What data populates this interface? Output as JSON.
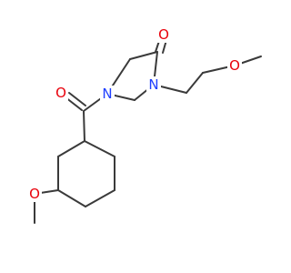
{
  "molecule": {
    "atoms": {
      "carbonyl_oxygen": {
        "symbol": "O",
        "color": "#e8000b"
      },
      "ring_n3": {
        "symbol": "N",
        "color": "#1f3fff"
      },
      "ring_n1": {
        "symbol": "N",
        "color": "#1f3fff"
      },
      "ether_oxygen_chain": {
        "symbol": "O",
        "color": "#e8000b"
      },
      "amide_oxygen": {
        "symbol": "O",
        "color": "#e8000b"
      },
      "methoxy_oxygen_ring": {
        "symbol": "O",
        "color": "#e8000b"
      }
    },
    "bond_color": "#3a3a3a"
  }
}
